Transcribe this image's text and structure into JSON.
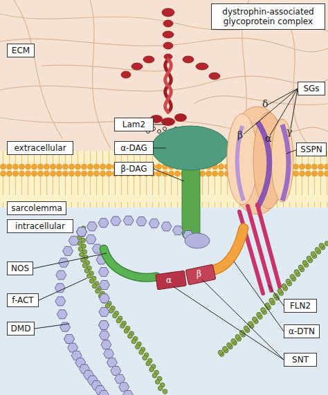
{
  "diagram": {
    "nodes": [
      {
        "text": [
          "dystrophin-associated glycoprotein complex"
        ]
      },
      {
        "text": [
          "ECM"
        ]
      },
      {
        "text": [
          "Lam2"
        ]
      },
      {
        "text": [
          "SGs"
        ]
      },
      {
        "text": [
          "α-DAG"
        ]
      },
      {
        "text": [
          "SSPN"
        ]
      },
      {
        "text": [
          "β-DAG"
        ]
      },
      {
        "text": [
          "extracellular"
        ]
      },
      {
        "text": [
          "sarcolemma"
        ]
      },
      {
        "text": [
          "intracellular"
        ]
      },
      {
        "text": [
          "NOS"
        ]
      },
      {
        "text": [
          "f-ACT"
        ]
      },
      {
        "text": [
          "FLN2"
        ]
      },
      {
        "text": [
          "DMD"
        ]
      },
      {
        "text": [
          "α-DTN"
        ]
      },
      {
        "text": [
          "SNT"
        ]
      }
    ],
    "labels": [
      "δ",
      "β",
      "α",
      "γ",
      "α",
      "β"
    ]
  }
}
